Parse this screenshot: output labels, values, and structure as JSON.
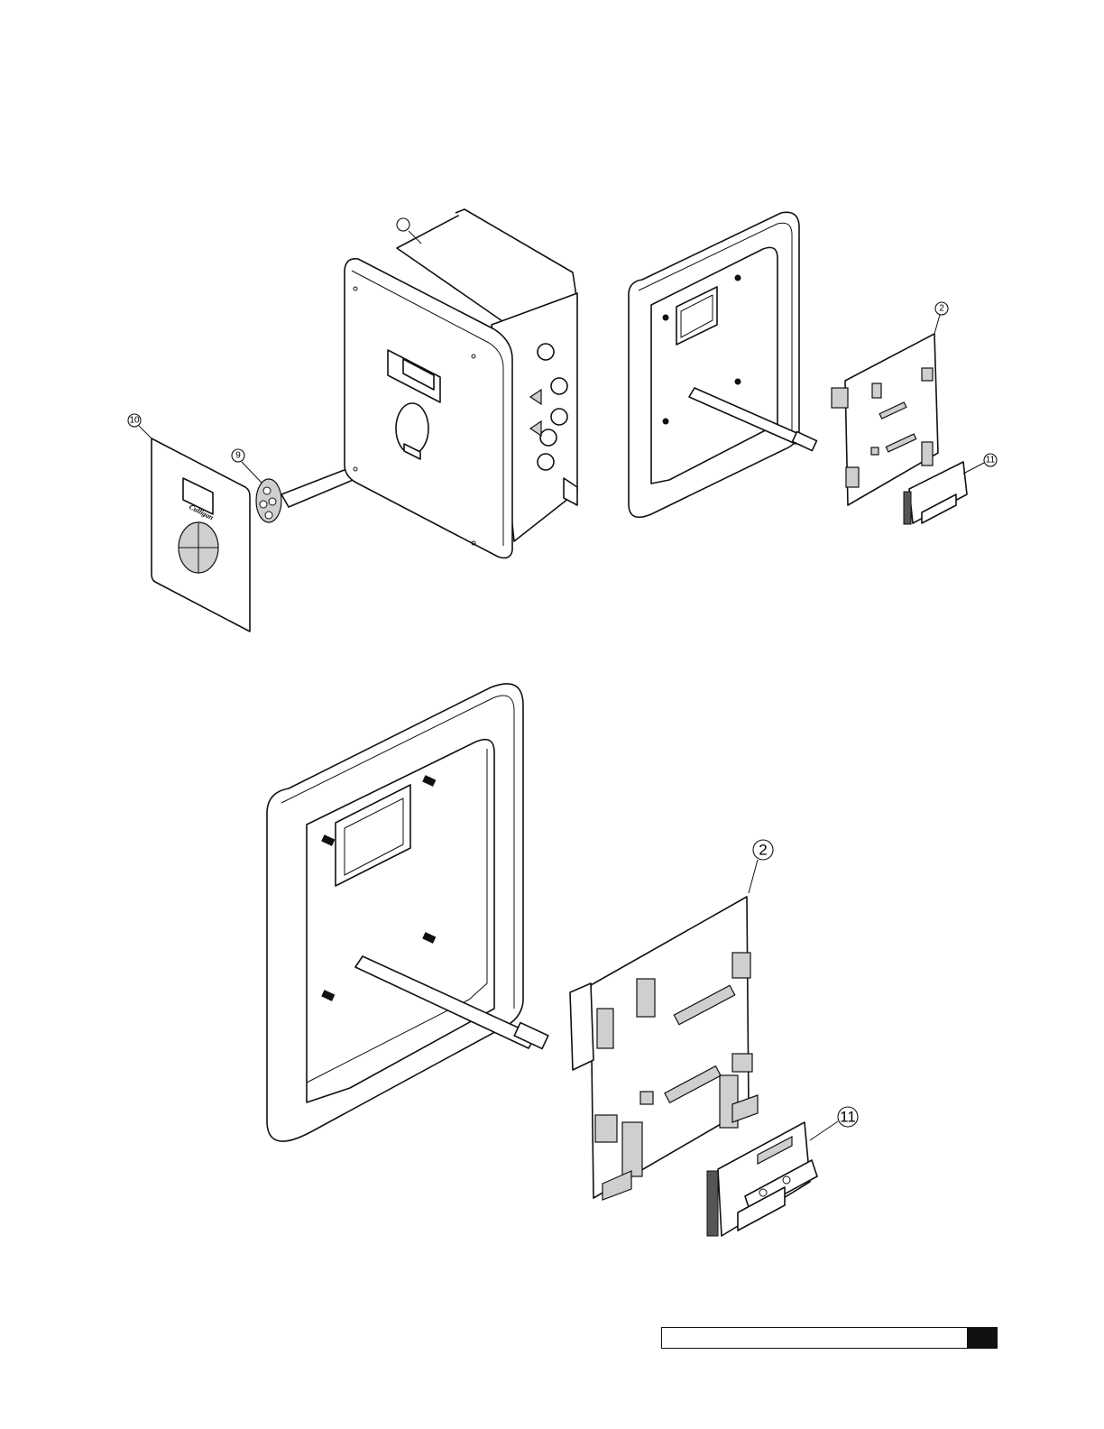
{
  "callouts": {
    "enclosure": "",
    "pcb_top": "2",
    "relay_top": "11",
    "overlay": "10",
    "gasket": "9",
    "pcb_bottom": "2",
    "relay_bottom": "11"
  },
  "overlay_brand": "Culligan",
  "footer": {
    "text": "",
    "page_number": ""
  }
}
